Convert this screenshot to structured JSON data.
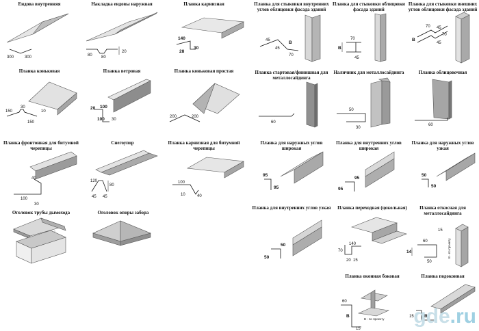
{
  "items": {
    "endova_inner": {
      "title": "Ендова внутренняя",
      "dims": [
        "300",
        "300"
      ]
    },
    "endova_outer": {
      "title": "Накладка ендовы наружная",
      "dims": [
        "80",
        "80",
        "20"
      ]
    },
    "karniz": {
      "title": "Планка карнизная",
      "dims": [
        "140",
        "30",
        "28"
      ]
    },
    "konek": {
      "title": "Планка коньковая",
      "dims": [
        "30",
        "150",
        "150",
        "10"
      ]
    },
    "veter": {
      "title": "Планка ветровая",
      "dims": [
        "20",
        "100",
        "100",
        "30"
      ]
    },
    "konek_simple": {
      "title": "Планка коньковая простая",
      "dims": [
        "200",
        "200"
      ]
    },
    "front_bitum": {
      "title": "Планка фронтонная для битумной черепицы",
      "dims": [
        "40",
        "100",
        "30"
      ]
    },
    "snow": {
      "title": "Снегоупор",
      "dims": [
        "120",
        "80",
        "45",
        "45"
      ]
    },
    "karniz_bitum": {
      "title": "Планка карнизная для битумной черепицы",
      "dims": [
        "100",
        "10",
        "40"
      ]
    },
    "chimney": {
      "title": "Оголовок трубы дымохода"
    },
    "fence": {
      "title": "Оголовок опоры забора"
    },
    "join_inner_corner": {
      "title": "Планка для стыковки внутренних углов облицовки фасада зданий",
      "dims": [
        "45",
        "45",
        "70",
        "В"
      ]
    },
    "join_facade": {
      "title": "Планка для стыковки облицовки фасада зданий",
      "dims": [
        "70",
        "45",
        "В"
      ]
    },
    "join_outer_corner": {
      "title": "Планка для стыковки внешних углов облицовки фасада зданий",
      "dims": [
        "70",
        "45",
        "70",
        "45",
        "В"
      ]
    },
    "start_finish": {
      "title": "Планка стартовая/финишная для металлосайдинга",
      "dims": [
        "60"
      ]
    },
    "nalichnik": {
      "title": "Наличник для металлосайдинга",
      "dims": [
        "50",
        "30"
      ]
    },
    "oblic": {
      "title": "Планка облицовочная",
      "dims": [
        "60"
      ]
    },
    "outer_wide": {
      "title": "Планка для наружных углов широкая",
      "dims": [
        "95",
        "95"
      ]
    },
    "inner_wide": {
      "title": "Планка для внутренних углов широкая",
      "dims": [
        "95",
        "95"
      ]
    },
    "outer_narrow": {
      "title": "Планка для наружных углов узкая",
      "dims": [
        "50",
        "50"
      ]
    },
    "inner_narrow": {
      "title": "Планка для внутренних углов узкая",
      "dims": [
        "50",
        "50"
      ]
    },
    "cokol": {
      "title": "Планка переходная (цокольная)",
      "dims": [
        "140",
        "70",
        "20",
        "15"
      ]
    },
    "otkos": {
      "title": "Планка откосная для металлосайдинга",
      "dims": [
        "60",
        "14",
        "50",
        "15",
        "В - по проекту"
      ]
    },
    "okonnaya": {
      "title": "Планка оконная боковая",
      "dims": [
        "60",
        "В",
        "15",
        "В - по проекту"
      ]
    },
    "podokonnaya": {
      "title": "Планка подоконная",
      "dims": [
        "15",
        "В"
      ]
    }
  },
  "watermark": {
    "text": "gde",
    "suffix": ".ru"
  }
}
